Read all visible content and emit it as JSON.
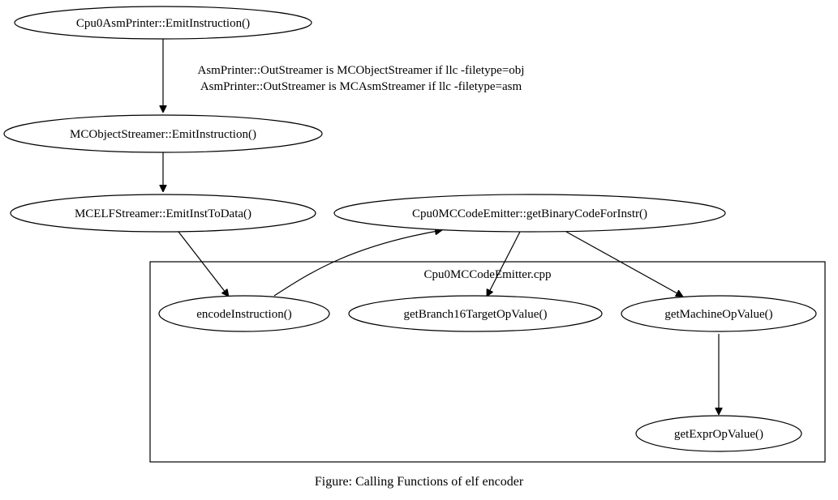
{
  "diagram": {
    "nodes": {
      "asm_printer_emit": "Cpu0AsmPrinter::EmitInstruction()",
      "mcobject_streamer_emit": "MCObjectStreamer::EmitInstruction()",
      "mcelf_streamer_emit": "MCELFStreamer::EmitInstToData()",
      "get_binary_code": "Cpu0MCCodeEmitter::getBinaryCodeForInstr()",
      "encode_instruction": "encodeInstruction()",
      "get_branch16": "getBranch16TargetOpValue()",
      "get_machine_op": "getMachineOpValue()",
      "get_expr_op": "getExprOpValue()"
    },
    "edge_labels": [
      "AsmPrinter::OutStreamer is MCObjectStreamer if llc -filetype=obj",
      "AsmPrinter::OutStreamer is MCAsmStreamer if llc -filetype=asm"
    ],
    "cluster_label": "Cpu0MCCodeEmitter.cpp",
    "caption": "Figure: Calling Functions of elf encoder"
  }
}
